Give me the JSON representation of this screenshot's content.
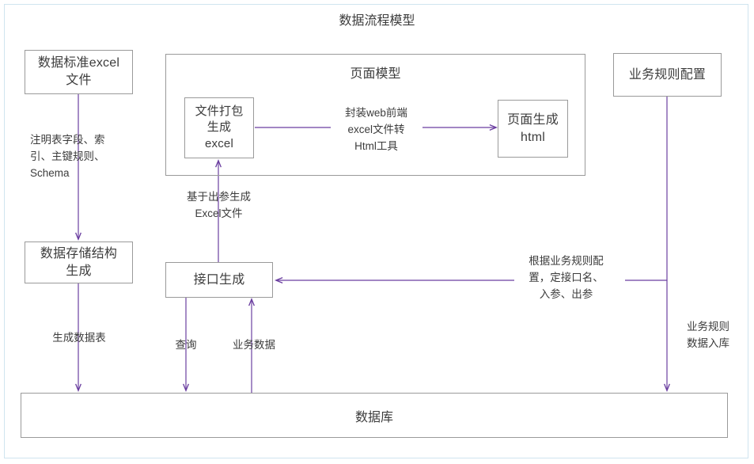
{
  "diagram": {
    "title": "数据流程模型",
    "accent_color": "#6b3fa0",
    "node_border_color": "#9a9a9a",
    "frame_color": "#cfe4ef",
    "text_color": "#3c3c3c"
  },
  "groups": [
    {
      "id": "page-model",
      "title": "页面模型"
    }
  ],
  "nodes": [
    {
      "id": "data-standard-excel",
      "label": "数据标准excel\n文件"
    },
    {
      "id": "file-package-excel",
      "label": "文件打包\n生成\nexcel"
    },
    {
      "id": "page-generate-html",
      "label": "页面生成\nhtml"
    },
    {
      "id": "business-rule-config",
      "label": "业务规则配置"
    },
    {
      "id": "data-storage-structure",
      "label": "数据存储结构\n生成"
    },
    {
      "id": "interface-generate",
      "label": "接口生成"
    },
    {
      "id": "database",
      "label": "数据库"
    }
  ],
  "edge_labels": [
    {
      "id": "schema-note",
      "text": "注明表字段、索\n引、主键规则、\nSchema"
    },
    {
      "id": "wrap-web-tool",
      "text": "封装web前端\nexcel文件转\nHtml工具"
    },
    {
      "id": "based-on-output-params",
      "text": "基于出参生成\nExcel文件"
    },
    {
      "id": "generate-data-table",
      "text": "生成数据表"
    },
    {
      "id": "query",
      "text": "查询"
    },
    {
      "id": "business-data",
      "text": "业务数据"
    },
    {
      "id": "by-business-rule",
      "text": "根据业务规则配\n置，定接口名、\n入参、出参"
    },
    {
      "id": "business-rule-to-db",
      "text": "业务规则\n数据入库"
    }
  ]
}
